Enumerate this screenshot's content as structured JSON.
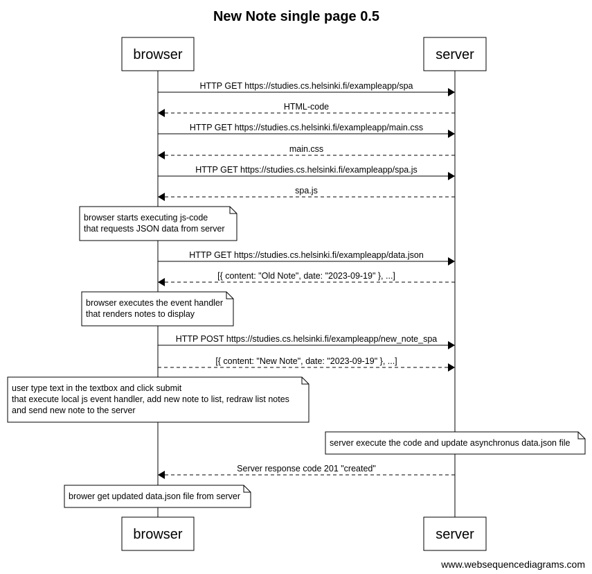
{
  "title": "New Note single page 0.5",
  "actors": [
    {
      "id": "browser",
      "label": "browser"
    },
    {
      "id": "server",
      "label": "server"
    }
  ],
  "steps": [
    {
      "type": "message",
      "from": "browser",
      "to": "server",
      "style": "solid",
      "label": "HTTP GET https://studies.cs.helsinki.fi/exampleapp/spa"
    },
    {
      "type": "message",
      "from": "server",
      "to": "browser",
      "style": "dashed",
      "label": "HTML-code"
    },
    {
      "type": "message",
      "from": "browser",
      "to": "server",
      "style": "solid",
      "label": "HTTP GET https://studies.cs.helsinki.fi/exampleapp/main.css"
    },
    {
      "type": "message",
      "from": "server",
      "to": "browser",
      "style": "dashed",
      "label": "main.css"
    },
    {
      "type": "message",
      "from": "browser",
      "to": "server",
      "style": "solid",
      "label": "HTTP GET https://studies.cs.helsinki.fi/exampleapp/spa.js"
    },
    {
      "type": "message",
      "from": "server",
      "to": "browser",
      "style": "dashed",
      "label": "spa.js"
    },
    {
      "type": "note",
      "over": "browser",
      "lines": [
        "browser starts executing js-code",
        "that requests JSON data from server"
      ]
    },
    {
      "type": "message",
      "from": "browser",
      "to": "server",
      "style": "solid",
      "label": "HTTP GET https://studies.cs.helsinki.fi/exampleapp/data.json"
    },
    {
      "type": "message",
      "from": "server",
      "to": "browser",
      "style": "dashed",
      "label": "[{ content: \"Old Note\", date: \"2023-09-19\" }, ...]"
    },
    {
      "type": "note",
      "over": "browser",
      "lines": [
        "browser executes the event handler",
        "that renders notes to display"
      ]
    },
    {
      "type": "message",
      "from": "browser",
      "to": "server",
      "style": "solid",
      "label": "HTTP POST https://studies.cs.helsinki.fi/exampleapp/new_note_spa"
    },
    {
      "type": "message",
      "from": "browser",
      "to": "server",
      "style": "dashed",
      "label": "[{ content: \"New Note\", date: \"2023-09-19\"  }, ...]"
    },
    {
      "type": "note",
      "over": "browser",
      "lines": [
        "user type text in the textbox and click submit",
        "that execute local js event handler, add new note to list, redraw list notes",
        "and send new note to the server"
      ]
    },
    {
      "type": "note",
      "over": "server",
      "lines": [
        "server execute the code and update asynchronus data.json file"
      ]
    },
    {
      "type": "message",
      "from": "server",
      "to": "browser",
      "style": "dashed",
      "label": "Server response code 201 \"created\""
    },
    {
      "type": "note",
      "over": "browser",
      "lines": [
        "brower get updated data.json file from server"
      ]
    }
  ],
  "credit": "www.websequencediagrams.com"
}
